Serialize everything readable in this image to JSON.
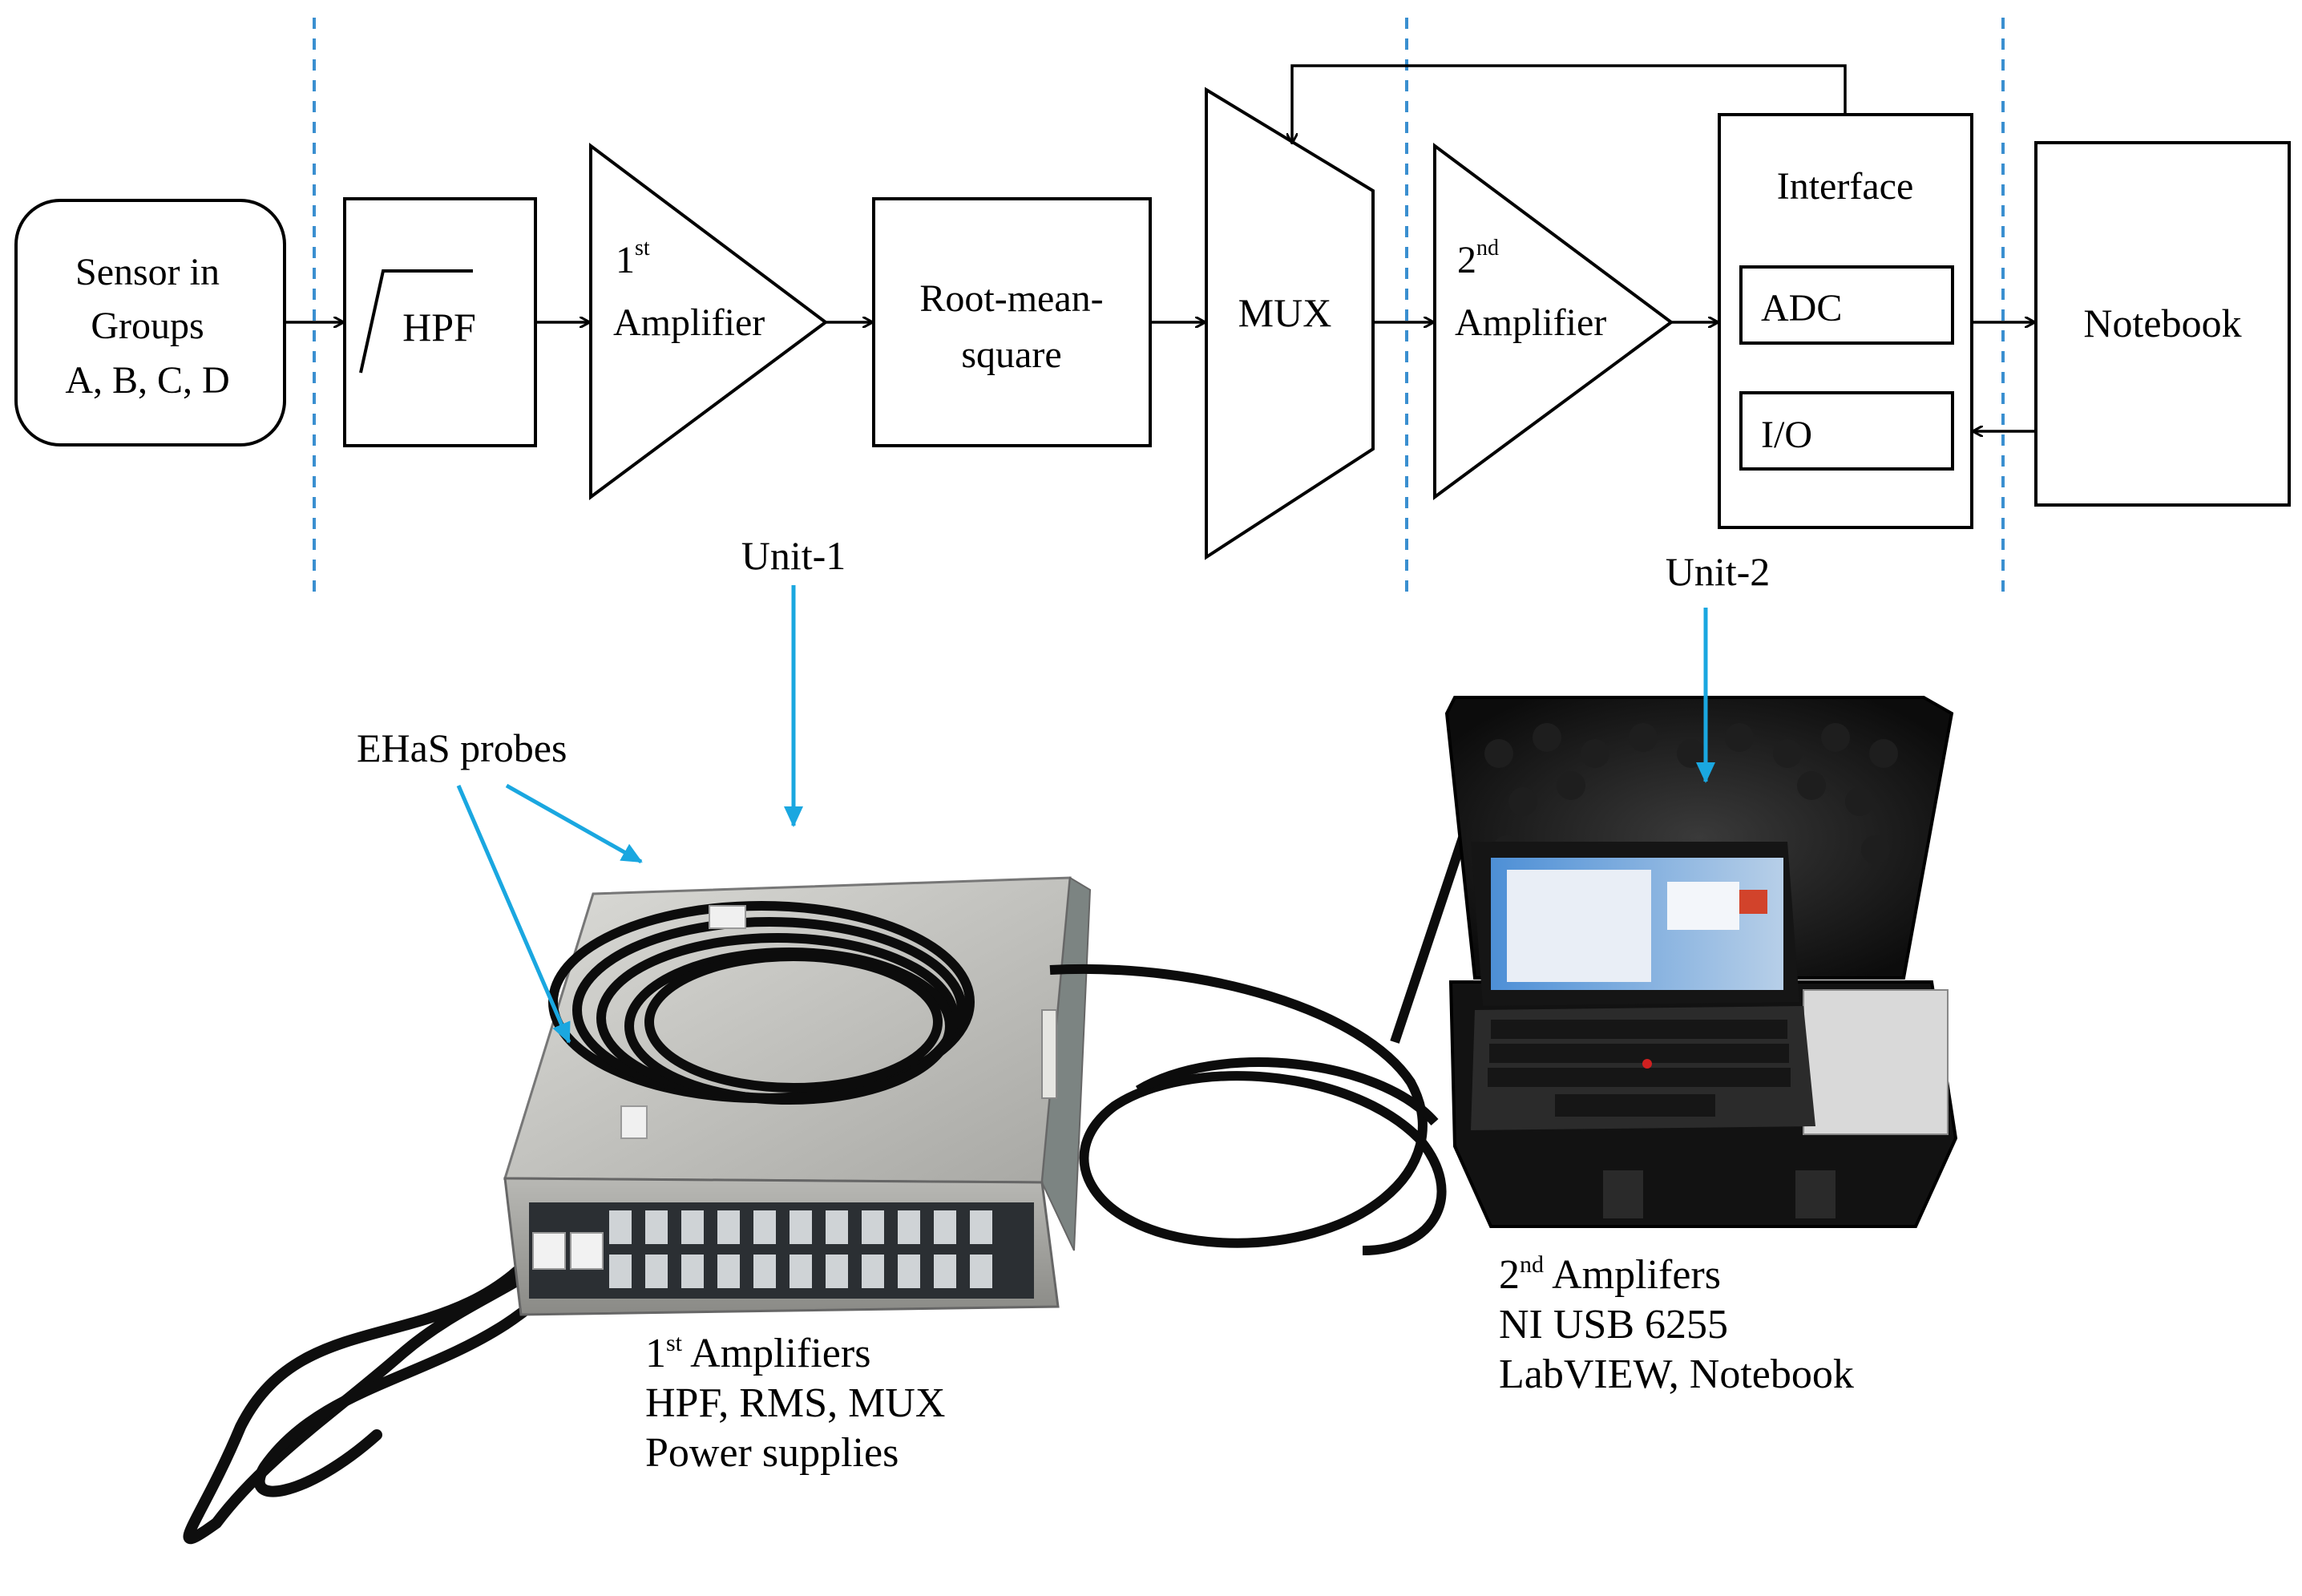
{
  "diagram": {
    "sensor": {
      "line1": "Sensor in",
      "line2": "Groups",
      "line3": "A, B, C, D"
    },
    "hpf": {
      "label": "HPF"
    },
    "amp1": {
      "sup": "st",
      "num": "1",
      "label": "Amplifier"
    },
    "rms": {
      "line1": "Root-mean-",
      "line2": "square"
    },
    "mux": {
      "label": "MUX"
    },
    "amp2": {
      "sup": "nd",
      "num": "2",
      "label": "Amplifier"
    },
    "interface": {
      "label": "Interface",
      "adc": "ADC",
      "io": "I/O"
    },
    "notebook": {
      "label": "Notebook"
    },
    "unit1": "Unit-1",
    "unit2": "Unit-2"
  },
  "photo": {
    "probes_label": "EHaS probes",
    "left_caption": {
      "num": "1",
      "sup": "st",
      "line1_rest": " Amplifiers",
      "line2": "HPF, RMS, MUX",
      "line3": "Power supplies"
    },
    "right_caption": {
      "num": "2",
      "sup": "nd",
      "line1_rest": " Amplifers",
      "line2": "NI USB 6255",
      "line3": "LabVIEW, Notebook"
    }
  },
  "colors": {
    "divider": "#3a8fd0",
    "pointer_arrow": "#1aa7e0",
    "block_stroke": "#000000"
  }
}
